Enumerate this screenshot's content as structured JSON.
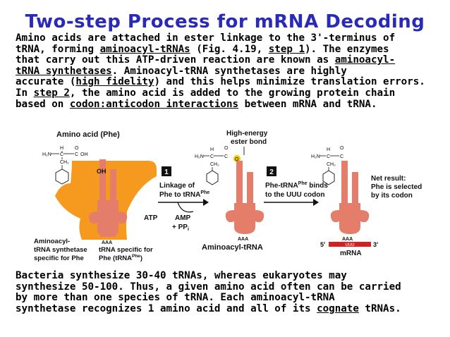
{
  "title": "Two-step Process for mRNA Decoding",
  "para1": {
    "l1": "Amino acids are attached in ester linkage to the 3'-terminus of",
    "l2a": "tRNA, forming ",
    "l2b": "aminoacyl-tRNAs",
    "l2c": " (Fig. 4.19, ",
    "l2d": "step 1",
    "l2e": "). The enzymes",
    "l3a": "that carry out this ATP-driven reaction are known as ",
    "l3b": "aminoacyl-",
    "l4a": "tRNA synthetases",
    "l4b": ". Aminoacyl-tRNA synthetases are highly",
    "l5a": "accurate (",
    "l5b": "high fidelity",
    "l5c": ") and this helps minimize translation errors.",
    "l6a": "In ",
    "l6b": "step 2",
    "l6c": ", the amino acid is added to the growing protein chain",
    "l7a": "based on ",
    "l7b": "codon:anticodon interactions",
    "l7c": " between mRNA and tRNA."
  },
  "para2": {
    "l1": "Bacteria synthesize 30-40 tRNAs, whereas eukaryotes may",
    "l2": "synthesize 50-100. Thus, a given amino acid often can be carried",
    "l3": "by more than one species of tRNA. Each aminoacyl-tRNA",
    "l4a": "synthetase recognizes 1 amino acid and all of its ",
    "l4b": "cognate",
    "l4c": " tRNAs."
  },
  "figure": {
    "amino_acid_label": "Amino acid (Phe)",
    "ester_bond_label_1": "High-energy",
    "ester_bond_label_2": "ester bond",
    "oh": "OH",
    "step1_num": "1",
    "step1_text_1": "Linkage of",
    "step1_text_2": "Phe to tRNA",
    "step1_sup": "Phe",
    "atp": "ATP",
    "amp": "AMP",
    "ppi": "+ PP",
    "ppi_sub": "i",
    "step2_num": "2",
    "step2_text_1a": "Phe-tRNA",
    "step2_sup": "Phe",
    "step2_text_1b": " binds",
    "step2_text_2": "to the UUU codon",
    "net_1": "Net result:",
    "net_2": "Phe is selected",
    "net_3": "by its codon",
    "synth_1": "Aminoacyl-",
    "synth_2": "tRNA synthetase",
    "synth_3": "specific for Phe",
    "trna_spec_1": "tRNA specific for",
    "trna_spec_2": "Phe (tRNA",
    "trna_spec_sup": "Phe",
    "trna_spec_end": ")",
    "aminoacyl_trna": "Aminoacyl-tRNA",
    "anticodon": "AAA",
    "codon": "UUU",
    "five_prime": "5′",
    "three_prime": "3′",
    "mrna": "mRNA",
    "atom_h": "H",
    "atom_o": "O",
    "atom_c": "C",
    "atom_n": "H₂N",
    "atom_ch2": "CH₂",
    "atom_oh": "OH",
    "atom_dash": "—"
  },
  "colors": {
    "title": "#2a2ab8",
    "enzyme": "#f59a1f",
    "trna": "#e47d6a",
    "ester": "#f2c800",
    "mrna": "#d32020"
  }
}
